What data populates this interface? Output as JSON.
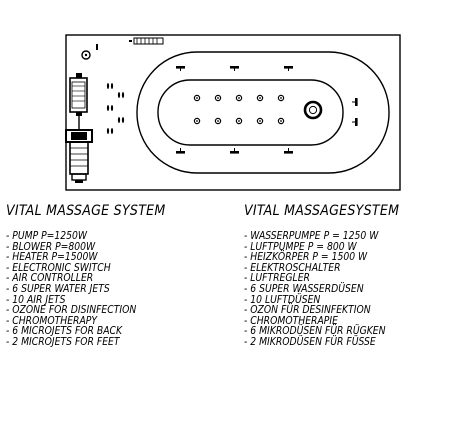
{
  "drawing": {
    "icons": [
      "nozzle-icon",
      "control-panel-icon",
      "pump-icon",
      "blower-icon",
      "headrest-icon"
    ]
  },
  "left_column": {
    "title": "VITAL MASSAGE SYSTEM",
    "items": [
      "- PUMP P=1250W",
      "- BLOWER P=800W",
      "- HEATER P=1500W",
      "- ELECTRONIC SWITCH",
      "- AIR CONTROLLER",
      "- 6 SUPER WATER JETS",
      "- 10 AIR JETS",
      "- OZONE FOR DISINFECTION",
      "- CHROMOTHERAPY",
      "- 6 MICROJETS FOR BACK",
      "- 2 MICROJETS FOR FEET"
    ]
  },
  "right_column": {
    "title": "VITAL MASSAGESYSTEM",
    "items": [
      "- WASSERPUMPE P = 1250 W",
      "- LUFTPUMPE P = 800 W",
      "- HEIZKÖRPER P = 1500 W",
      "- ELEKTROSCHALTER",
      "- LUFTREGLER",
      "- 6 SUPER WASSERDÜSEN",
      "- 10 LUFTDÜSEN",
      "- OZON FÜR DESINFEKTION",
      "- CHROMOTHERAPIE",
      "- 6 MIKRODÜSEN FÜR RÜGKEN",
      "- 2 MIKRODÜSEN FÜR FÜSSE"
    ]
  }
}
